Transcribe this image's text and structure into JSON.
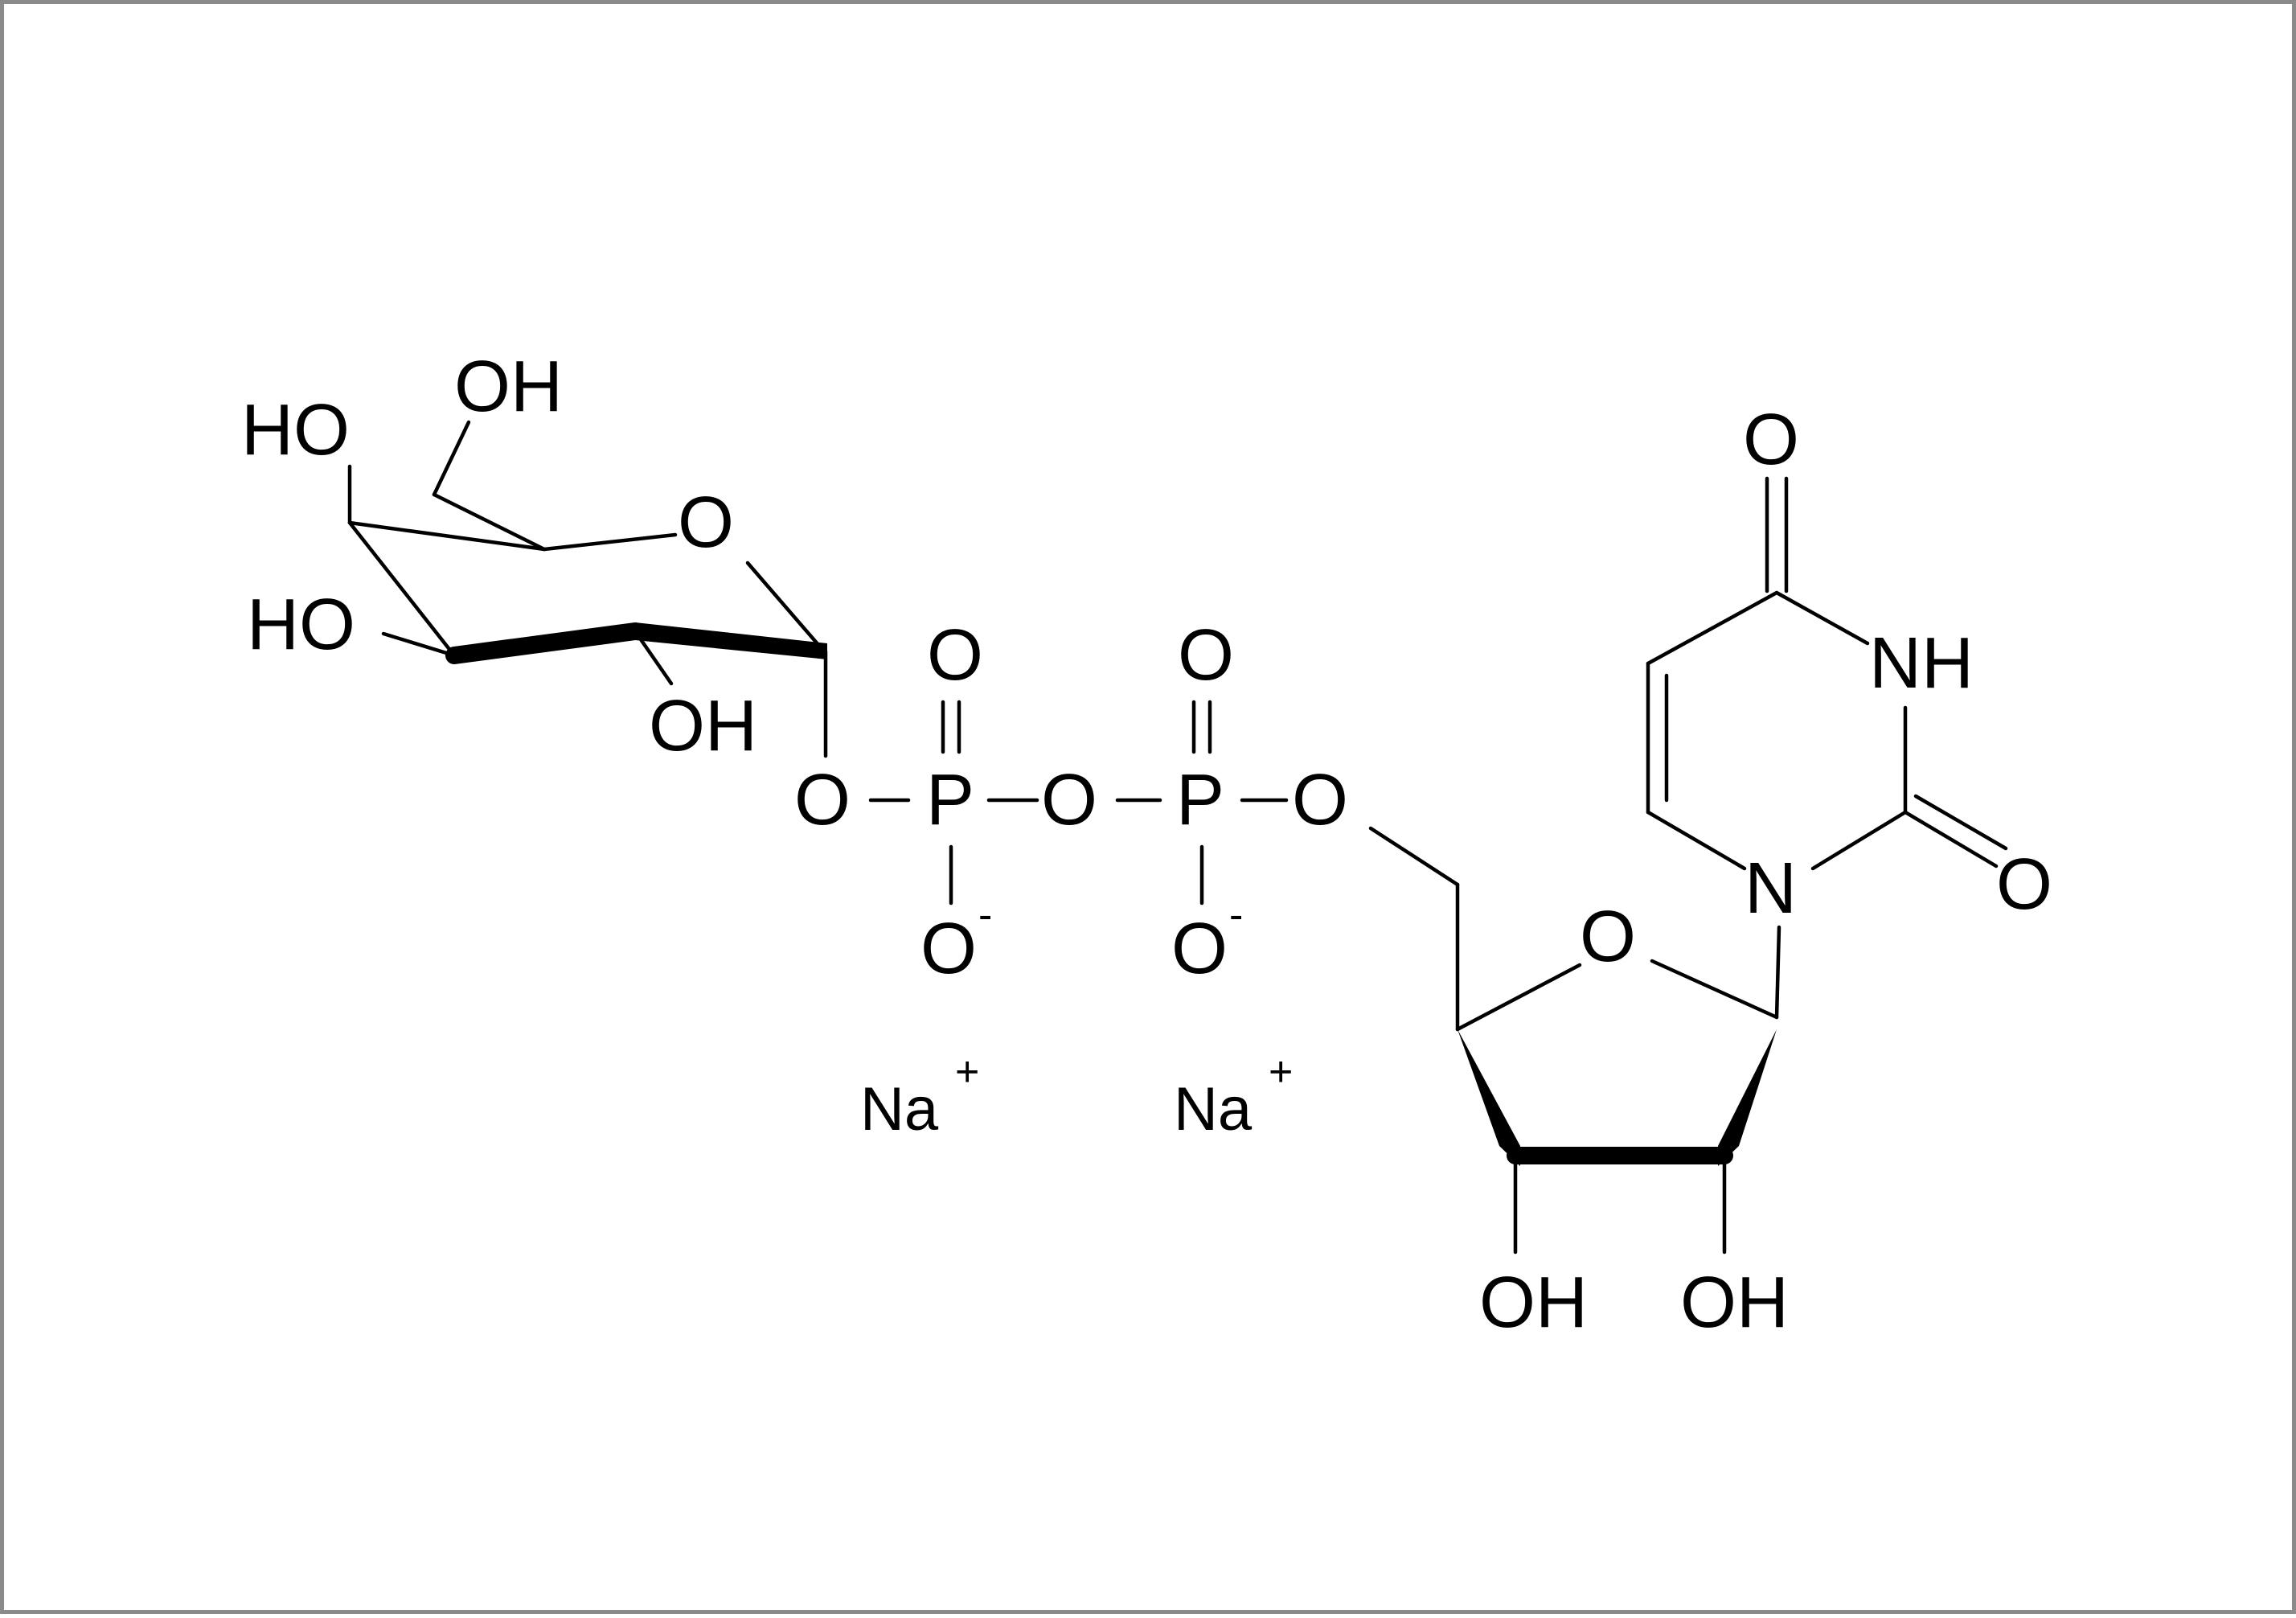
{
  "molecule": {
    "atoms": {
      "ho_c6": "OH",
      "ho_c4": "HO",
      "ho_c3": "HO",
      "oh_c2": "OH",
      "o_ring_gal": "O",
      "o_glycosidic": "O",
      "p1": "P",
      "o_p1_double": "O",
      "o_p1_minus": "O",
      "o_bridge": "O",
      "p2": "P",
      "o_p2_double": "O",
      "o_p2_minus": "O",
      "o_5prime": "O",
      "o_ring_ribose": "O",
      "oh_3prime": "OH",
      "oh_2prime": "OH",
      "n1": "N",
      "nh3": "NH",
      "o_c2": "O",
      "o_c4": "O"
    },
    "charges": {
      "minus_1": "-",
      "minus_2": "-"
    },
    "counterions": [
      {
        "label": "Na",
        "charge": "+"
      },
      {
        "label": "Na",
        "charge": "+"
      }
    ]
  }
}
